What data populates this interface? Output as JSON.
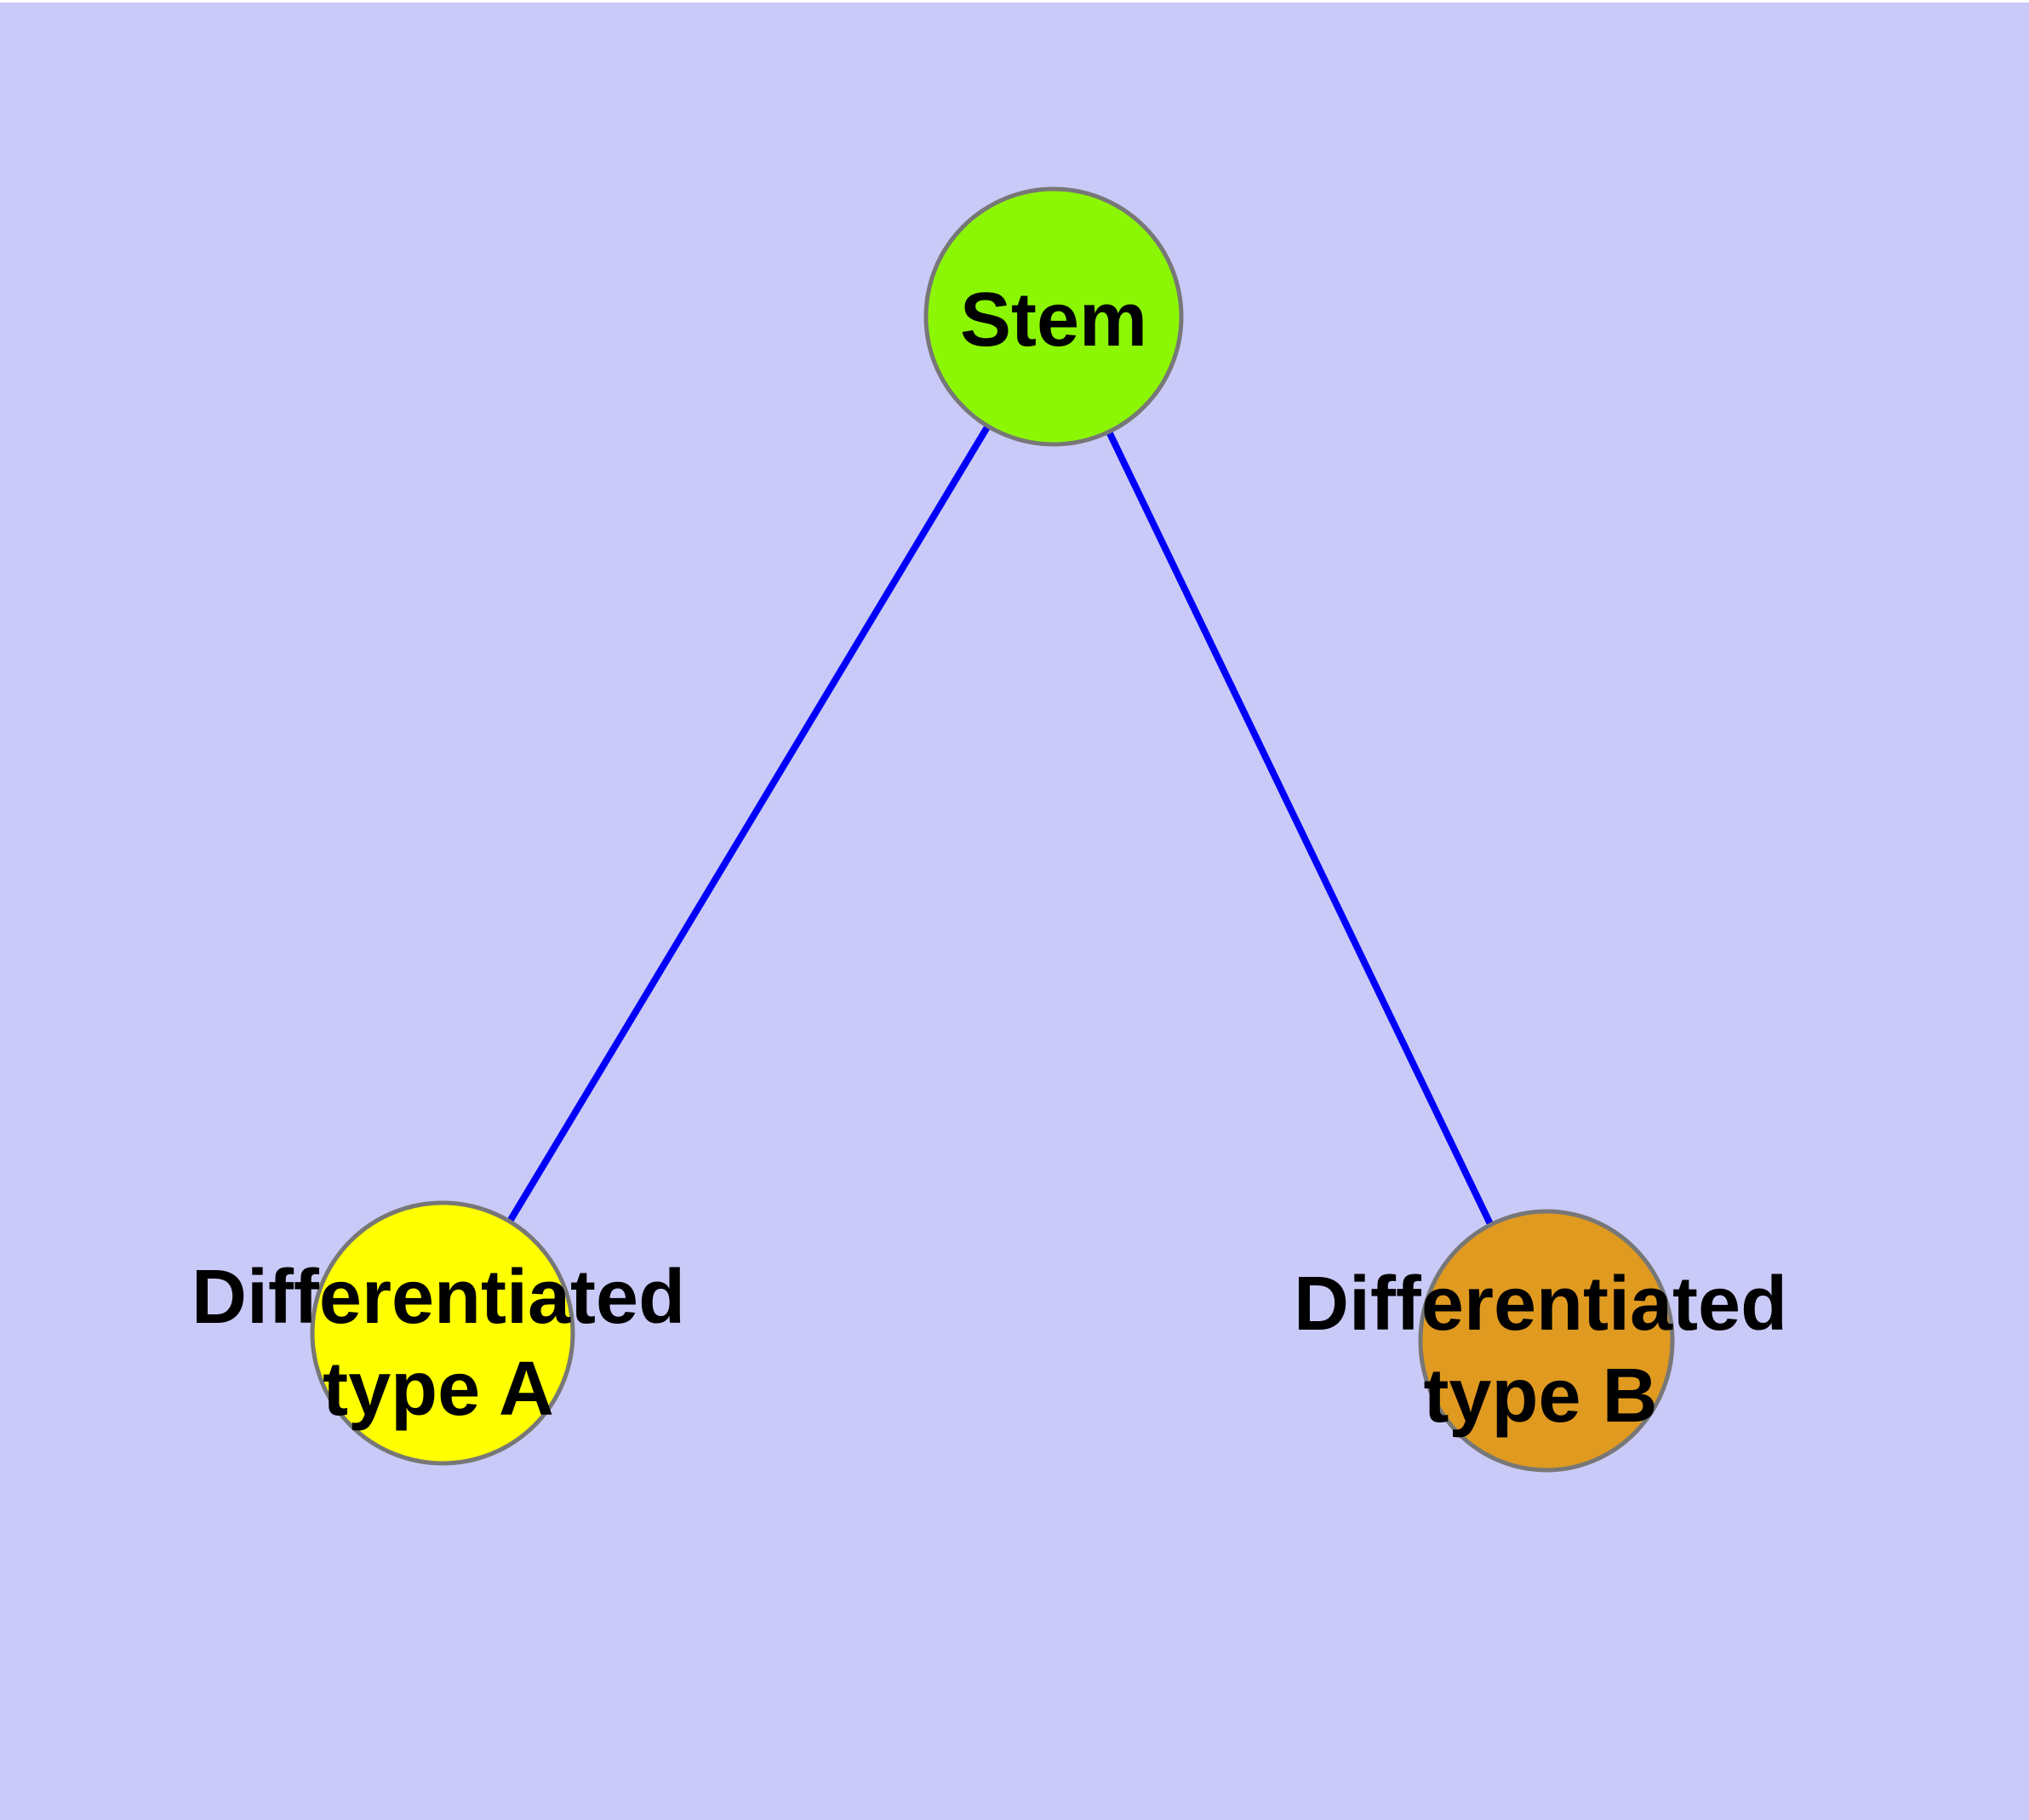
{
  "background_color": "#CACAF8",
  "top_strip_color": "#FFFFFF",
  "diagram": {
    "type": "graph",
    "edge_color": "#0000FA",
    "node_border_color": "#777777",
    "text_color": "#000000",
    "nodes": {
      "stem": {
        "label": "Stem",
        "fill": "#8CF705"
      },
      "type_a": {
        "label_line1": "Differentiated",
        "label_line2": "type A",
        "fill": "#FFFF00"
      },
      "type_b": {
        "label_line1": "Differentiated",
        "label_line2": "type B",
        "fill": "#E09A20"
      }
    },
    "edges": [
      {
        "from": "stem",
        "to": "type_a"
      },
      {
        "from": "stem",
        "to": "type_b"
      }
    ]
  }
}
